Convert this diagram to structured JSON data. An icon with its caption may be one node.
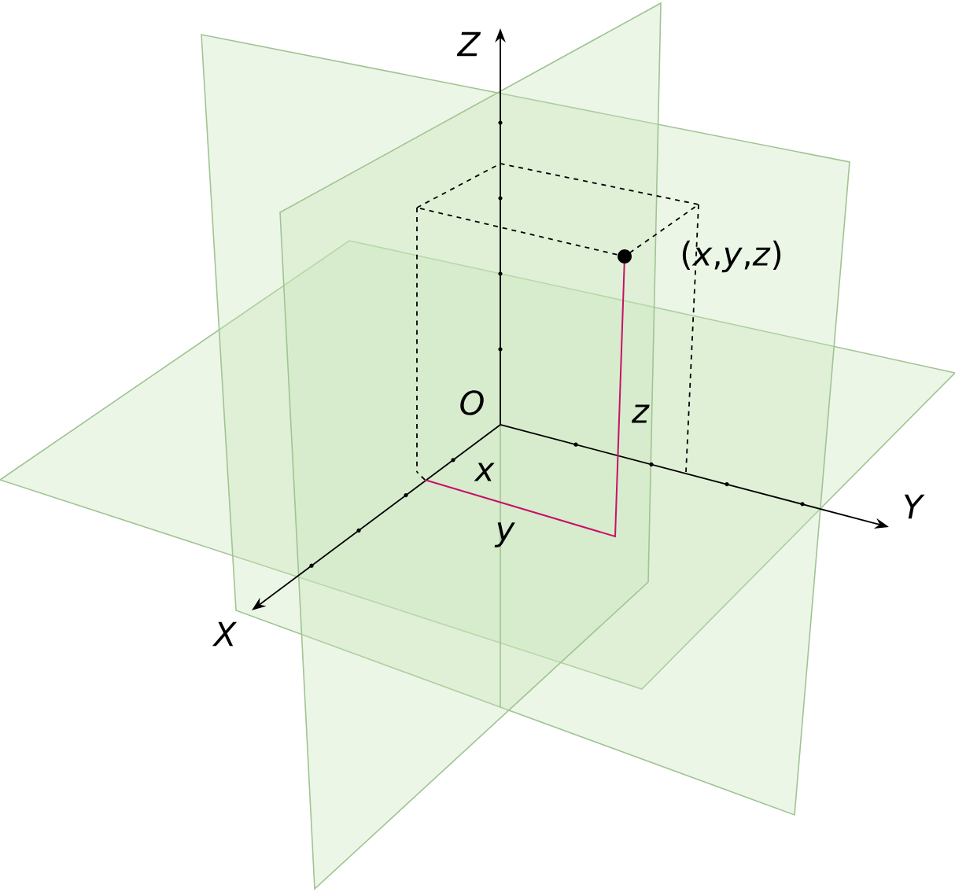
{
  "diagram": {
    "labels": [
      "Z",
      "(*x*,*y*,*z*)",
      "O",
      "z",
      "Y",
      "x",
      "y",
      "X"
    ]
  }
}
